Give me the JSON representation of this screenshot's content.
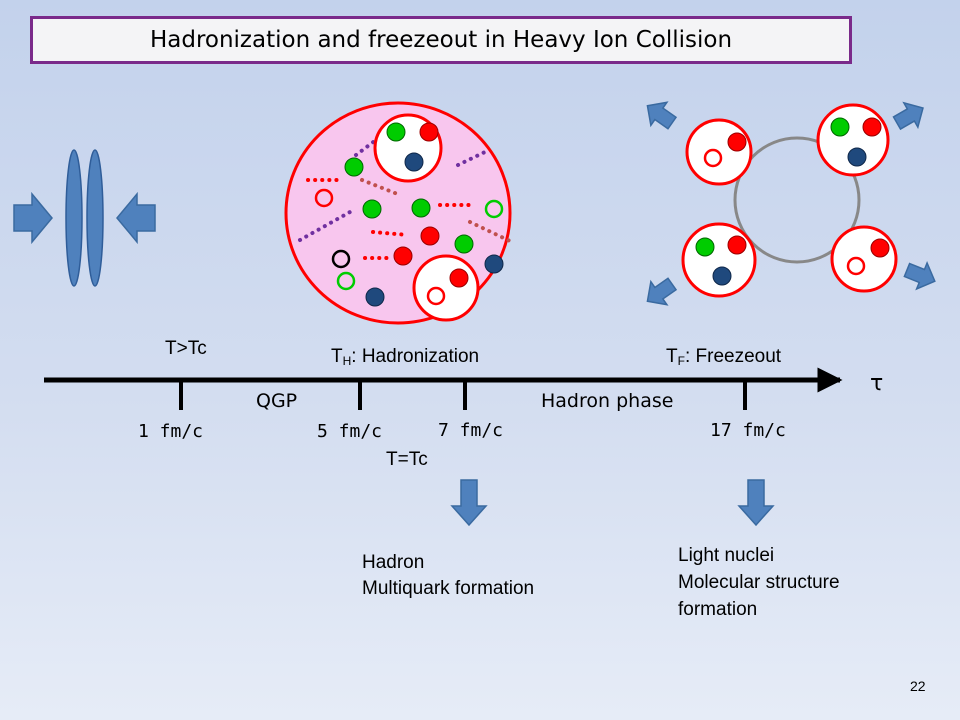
{
  "title": "Hadronization and freezeout in Heavy Ion Collision",
  "timeline": {
    "axis_symbol": "τ",
    "ticks": [
      "1 fm/c",
      "5 fm/c",
      "7 fm/c",
      "17 fm/c"
    ],
    "phases": {
      "qgp": "QGP",
      "hadron": "Hadron phase"
    },
    "states": {
      "t_above": "T>Tc",
      "t_equal": "T=Tc",
      "hadronization_sym": "T",
      "hadronization_sub": "H",
      "hadronization_text": ": Hadronization",
      "freezeout_sym": "T",
      "freezeout_sub": "F",
      "freezeout_text": ": Freezeout"
    }
  },
  "outcomes": {
    "hadron": {
      "line1": "Hadron",
      "line2": "Multiquark formation"
    },
    "light_nuclei": {
      "line1": "Light nuclei",
      "line2": "Molecular structure",
      "line3": "formation"
    }
  },
  "page_number": "22",
  "colors": {
    "title_border": "#7a2a8a",
    "arrow_blue": "#4f81bd",
    "red": "#ff0000",
    "green": "#00cc00",
    "navy": "#1f497d",
    "fireball_fill": "#f8c6ee",
    "purple_dots": "#7030a0",
    "pink_dots": "#c0504d"
  }
}
